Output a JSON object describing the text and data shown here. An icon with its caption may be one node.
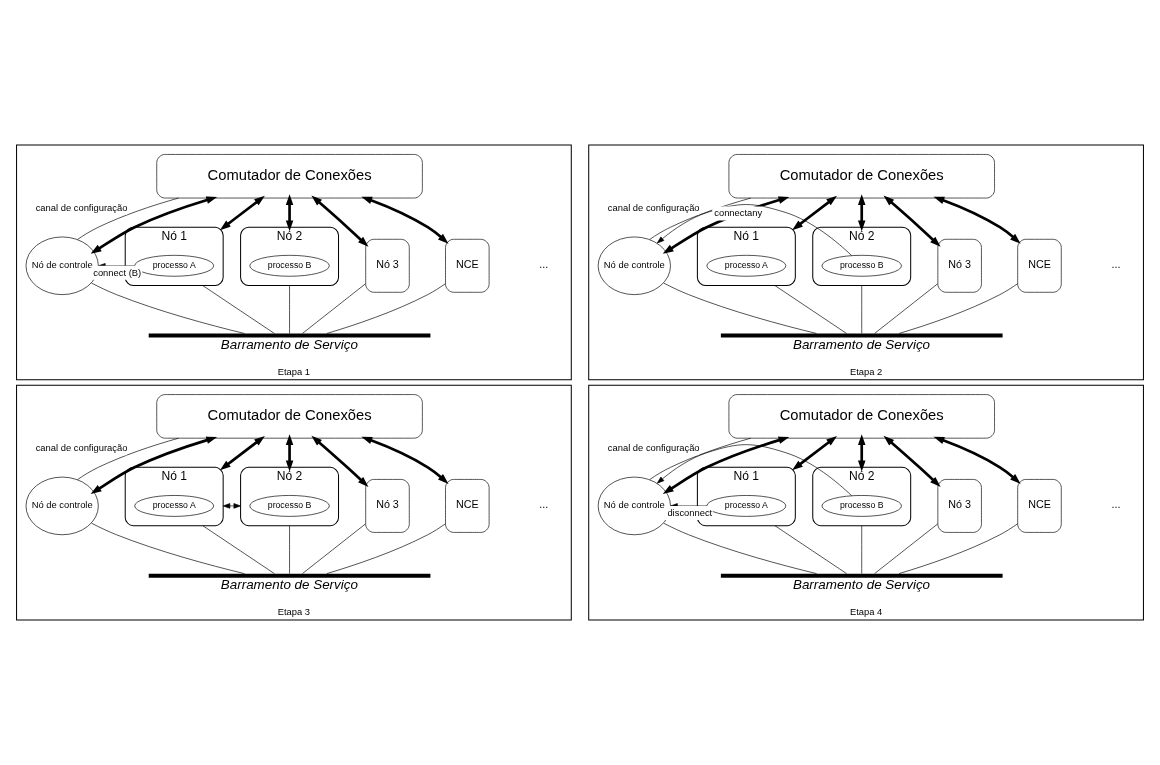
{
  "diagram": {
    "nodes": [
      {
        "text": [
          "Etapa 1"
        ]
      },
      {
        "text": [
          "Comutador de Conexões"
        ],
        "in": 0
      },
      {
        "text": [
          "Nó de controle"
        ],
        "in": 0
      },
      {
        "text": [
          "Nó 1"
        ],
        "in": 0
      },
      {
        "text": [
          "processo A"
        ],
        "in": 3
      },
      {
        "text": [
          "Nó 2"
        ],
        "in": 0
      },
      {
        "text": [
          "processo B"
        ],
        "in": 5
      },
      {
        "text": [
          "Nó 3"
        ],
        "in": 0
      },
      {
        "text": [
          "NCE"
        ],
        "in": 0
      },
      {
        "text": [
          "Barramento de Serviço"
        ],
        "in": 0
      },
      {
        "text": [
          "Etapa 2"
        ]
      },
      {
        "text": [
          "Comutador de Conexões"
        ],
        "in": 10
      },
      {
        "text": [
          "Nó de controle"
        ],
        "in": 10
      },
      {
        "text": [
          "Nó 1"
        ],
        "in": 10
      },
      {
        "text": [
          "processo A"
        ],
        "in": 13
      },
      {
        "text": [
          "Nó 2"
        ],
        "in": 10
      },
      {
        "text": [
          "processo B"
        ],
        "in": 15
      },
      {
        "text": [
          "Nó 3"
        ],
        "in": 10
      },
      {
        "text": [
          "NCE"
        ],
        "in": 10
      },
      {
        "text": [
          "Barramento de Serviço"
        ],
        "in": 10
      },
      {
        "text": [
          "Etapa 3"
        ]
      },
      {
        "text": [
          "Comutador de Conexões"
        ],
        "in": 20
      },
      {
        "text": [
          "Nó de controle"
        ],
        "in": 20
      },
      {
        "text": [
          "Nó 1"
        ],
        "in": 20
      },
      {
        "text": [
          "processo A"
        ],
        "in": 23
      },
      {
        "text": [
          "Nó 2"
        ],
        "in": 20
      },
      {
        "text": [
          "processo B"
        ],
        "in": 25
      },
      {
        "text": [
          "Nó 3"
        ],
        "in": 20
      },
      {
        "text": [
          "NCE"
        ],
        "in": 20
      },
      {
        "text": [
          "Barramento de Serviço"
        ],
        "in": 20
      },
      {
        "text": [
          "Etapa 4"
        ]
      },
      {
        "text": [
          "Comutador de Conexões"
        ],
        "in": 30
      },
      {
        "text": [
          "Nó de controle"
        ],
        "in": 30
      },
      {
        "text": [
          "Nó 1"
        ],
        "in": 30
      },
      {
        "text": [
          "processo A"
        ],
        "in": 33
      },
      {
        "text": [
          "Nó 2"
        ],
        "in": 30
      },
      {
        "text": [
          "processo B"
        ],
        "in": 35
      },
      {
        "text": [
          "Nó 3"
        ],
        "in": 30
      },
      {
        "text": [
          "NCE"
        ],
        "in": 30
      },
      {
        "text": [
          "Barramento de Serviço"
        ],
        "in": 30
      }
    ],
    "edges": [
      {
        "from": 1,
        "to": 2,
        "arrow": "none",
        "label": "canal de configuração"
      },
      {
        "from": 1,
        "to": 2,
        "arrow": "both",
        "style": "thick"
      },
      {
        "from": 1,
        "to": 3,
        "arrow": "both",
        "style": "thick"
      },
      {
        "from": 1,
        "to": 5,
        "arrow": "both",
        "style": "thick"
      },
      {
        "from": 1,
        "to": 7,
        "arrow": "both",
        "style": "thick"
      },
      {
        "from": 1,
        "to": 8,
        "arrow": "both",
        "style": "thick"
      },
      {
        "from": 2,
        "to": 9,
        "arrow": "none"
      },
      {
        "from": 3,
        "to": 9,
        "arrow": "none"
      },
      {
        "from": 5,
        "to": 9,
        "arrow": "none"
      },
      {
        "from": 7,
        "to": 9,
        "arrow": "none"
      },
      {
        "from": 8,
        "to": 9,
        "arrow": "none"
      },
      {
        "from": 4,
        "to": 2,
        "arrow": "to",
        "label": "connect (B)"
      },
      {
        "from": 11,
        "to": 12,
        "arrow": "none",
        "label": "canal de configuração"
      },
      {
        "from": 11,
        "to": 12,
        "arrow": "both",
        "style": "thick"
      },
      {
        "from": 11,
        "to": 13,
        "arrow": "both",
        "style": "thick"
      },
      {
        "from": 11,
        "to": 15,
        "arrow": "both",
        "style": "thick"
      },
      {
        "from": 11,
        "to": 17,
        "arrow": "both",
        "style": "thick"
      },
      {
        "from": 11,
        "to": 18,
        "arrow": "both",
        "style": "thick"
      },
      {
        "from": 12,
        "to": 19,
        "arrow": "none"
      },
      {
        "from": 13,
        "to": 19,
        "arrow": "none"
      },
      {
        "from": 15,
        "to": 19,
        "arrow": "none"
      },
      {
        "from": 17,
        "to": 19,
        "arrow": "none"
      },
      {
        "from": 18,
        "to": 19,
        "arrow": "none"
      },
      {
        "from": 16,
        "to": 12,
        "arrow": "to",
        "label": "connectany"
      },
      {
        "from": 21,
        "to": 22,
        "arrow": "none",
        "label": "canal de configuração"
      },
      {
        "from": 21,
        "to": 22,
        "arrow": "both",
        "style": "thick"
      },
      {
        "from": 21,
        "to": 23,
        "arrow": "both",
        "style": "thick"
      },
      {
        "from": 21,
        "to": 25,
        "arrow": "both",
        "style": "thick"
      },
      {
        "from": 21,
        "to": 27,
        "arrow": "both",
        "style": "thick"
      },
      {
        "from": 21,
        "to": 28,
        "arrow": "both",
        "style": "thick"
      },
      {
        "from": 23,
        "to": 25,
        "arrow": "both"
      },
      {
        "from": 22,
        "to": 29,
        "arrow": "none"
      },
      {
        "from": 23,
        "to": 29,
        "arrow": "none"
      },
      {
        "from": 25,
        "to": 29,
        "arrow": "none"
      },
      {
        "from": 27,
        "to": 29,
        "arrow": "none"
      },
      {
        "from": 28,
        "to": 29,
        "arrow": "none"
      },
      {
        "from": 31,
        "to": 32,
        "arrow": "none",
        "label": "canal de configuração"
      },
      {
        "from": 31,
        "to": 32,
        "arrow": "both",
        "style": "thick"
      },
      {
        "from": 31,
        "to": 33,
        "arrow": "both",
        "style": "thick"
      },
      {
        "from": 31,
        "to": 35,
        "arrow": "both",
        "style": "thick"
      },
      {
        "from": 31,
        "to": 37,
        "arrow": "both",
        "style": "thick"
      },
      {
        "from": 31,
        "to": 38,
        "arrow": "both",
        "style": "thick"
      },
      {
        "from": 32,
        "to": 39,
        "arrow": "none"
      },
      {
        "from": 33,
        "to": 39,
        "arrow": "none"
      },
      {
        "from": 35,
        "to": 39,
        "arrow": "none"
      },
      {
        "from": 37,
        "to": 39,
        "arrow": "none"
      },
      {
        "from": 38,
        "to": 39,
        "arrow": "none"
      },
      {
        "from": 34,
        "to": 32,
        "arrow": "to",
        "label": "disconnect"
      },
      {
        "from": 36,
        "to": 32,
        "arrow": "to"
      }
    ],
    "labels": [
      "...",
      "...",
      "...",
      "..."
    ]
  }
}
